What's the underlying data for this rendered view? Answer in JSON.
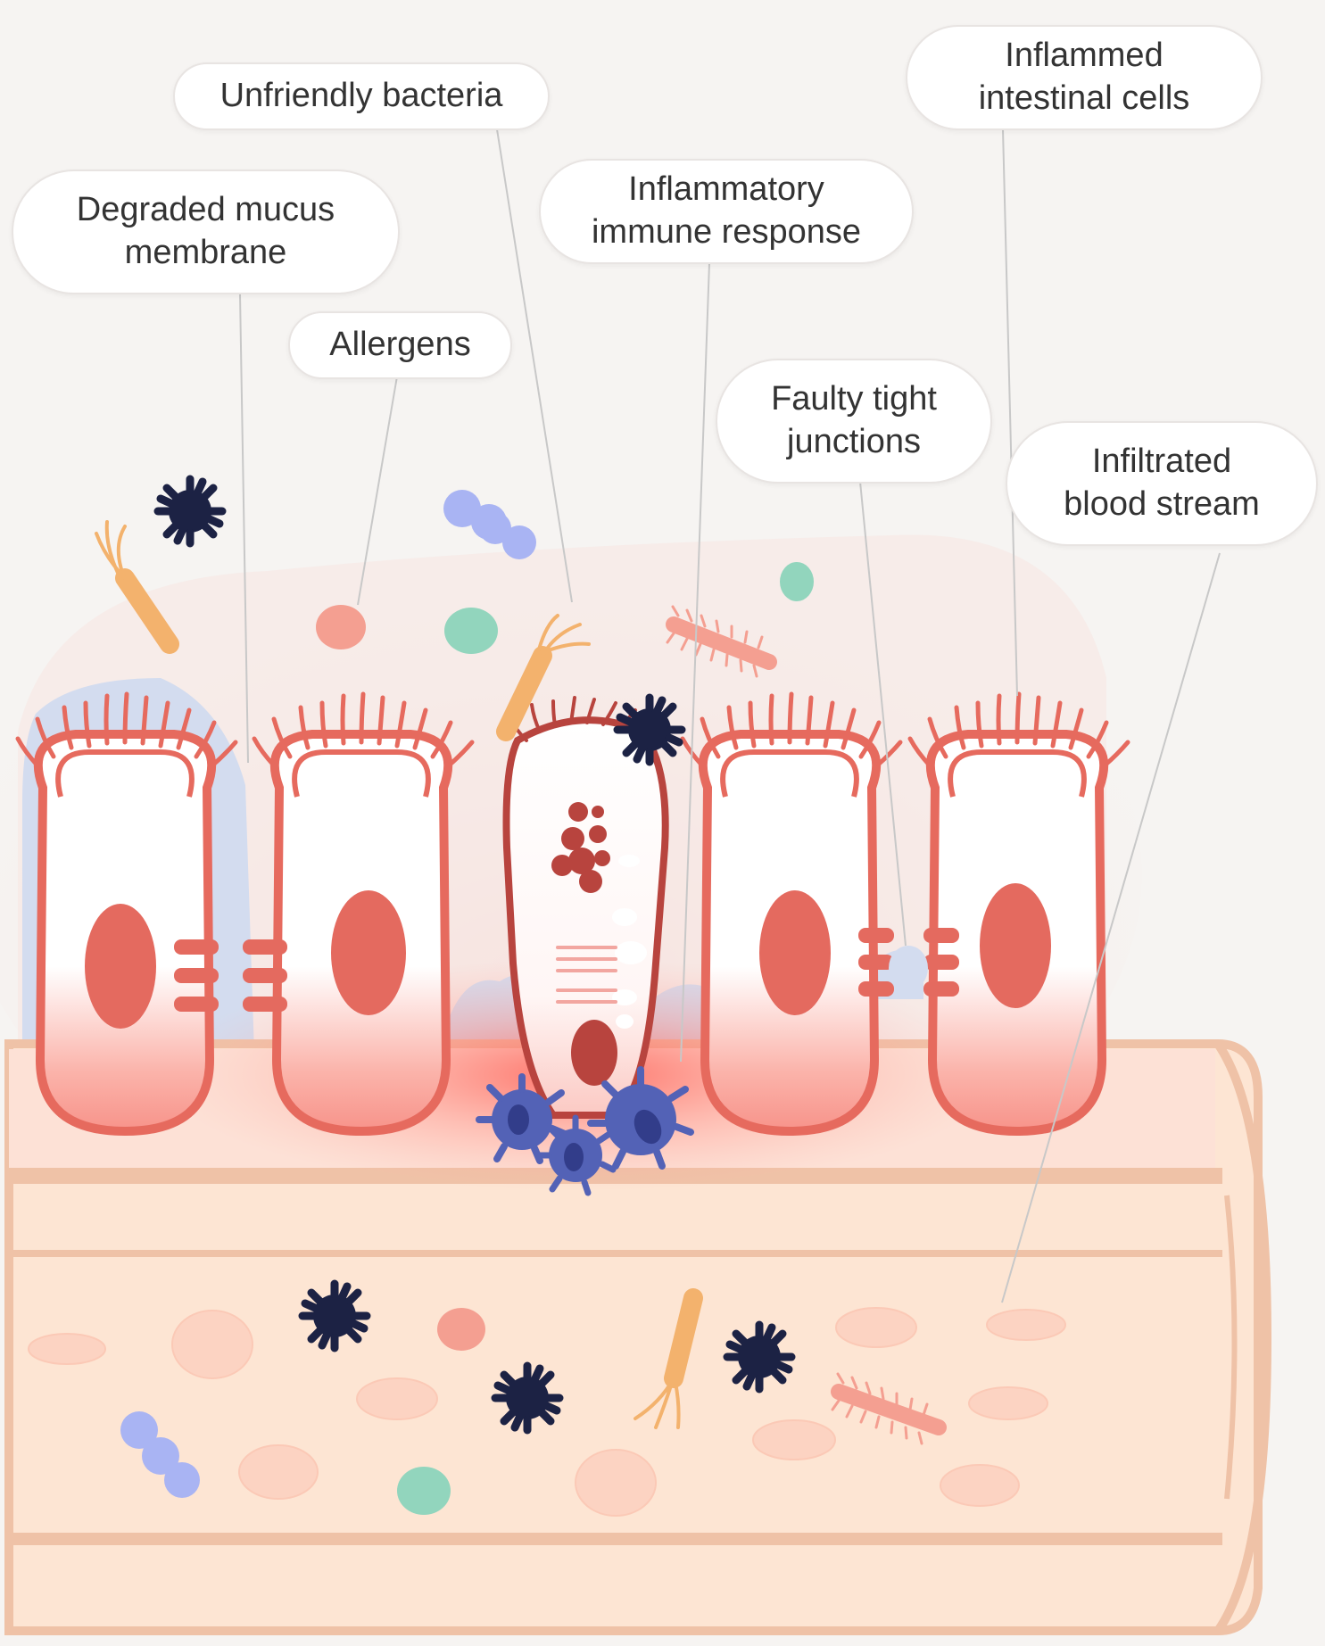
{
  "labels": {
    "unfriendly_bacteria": "Unfriendly bacteria",
    "inflammed_cells": "Inflammed\nintestinal cells",
    "degraded_mucus": "Degraded mucus\nmembrane",
    "inflammatory_response": "Inflammatory\nimmune response",
    "allergens": "Allergens",
    "faulty_junctions": "Faulty tight\njunctions",
    "infiltrated_blood": "Infiltrated\nblood stream"
  },
  "colors": {
    "background": "#f6f4f2",
    "cell_outline": "#e66a5e",
    "nucleus": "#e46a5f",
    "inflamed_cell_outline": "#b8443e",
    "blood_vessel": "#fde5d3",
    "vessel_outline": "#efc2a7",
    "mucus": "#d3dcef",
    "immune_cell": "#5362b6",
    "dark_particle": "#1c2244",
    "bacteria_orange": "#f3b26d",
    "bacteria_blue": "#a9b4f3",
    "particle_green": "#92d5bd",
    "allergen_pink": "#f49f91"
  }
}
